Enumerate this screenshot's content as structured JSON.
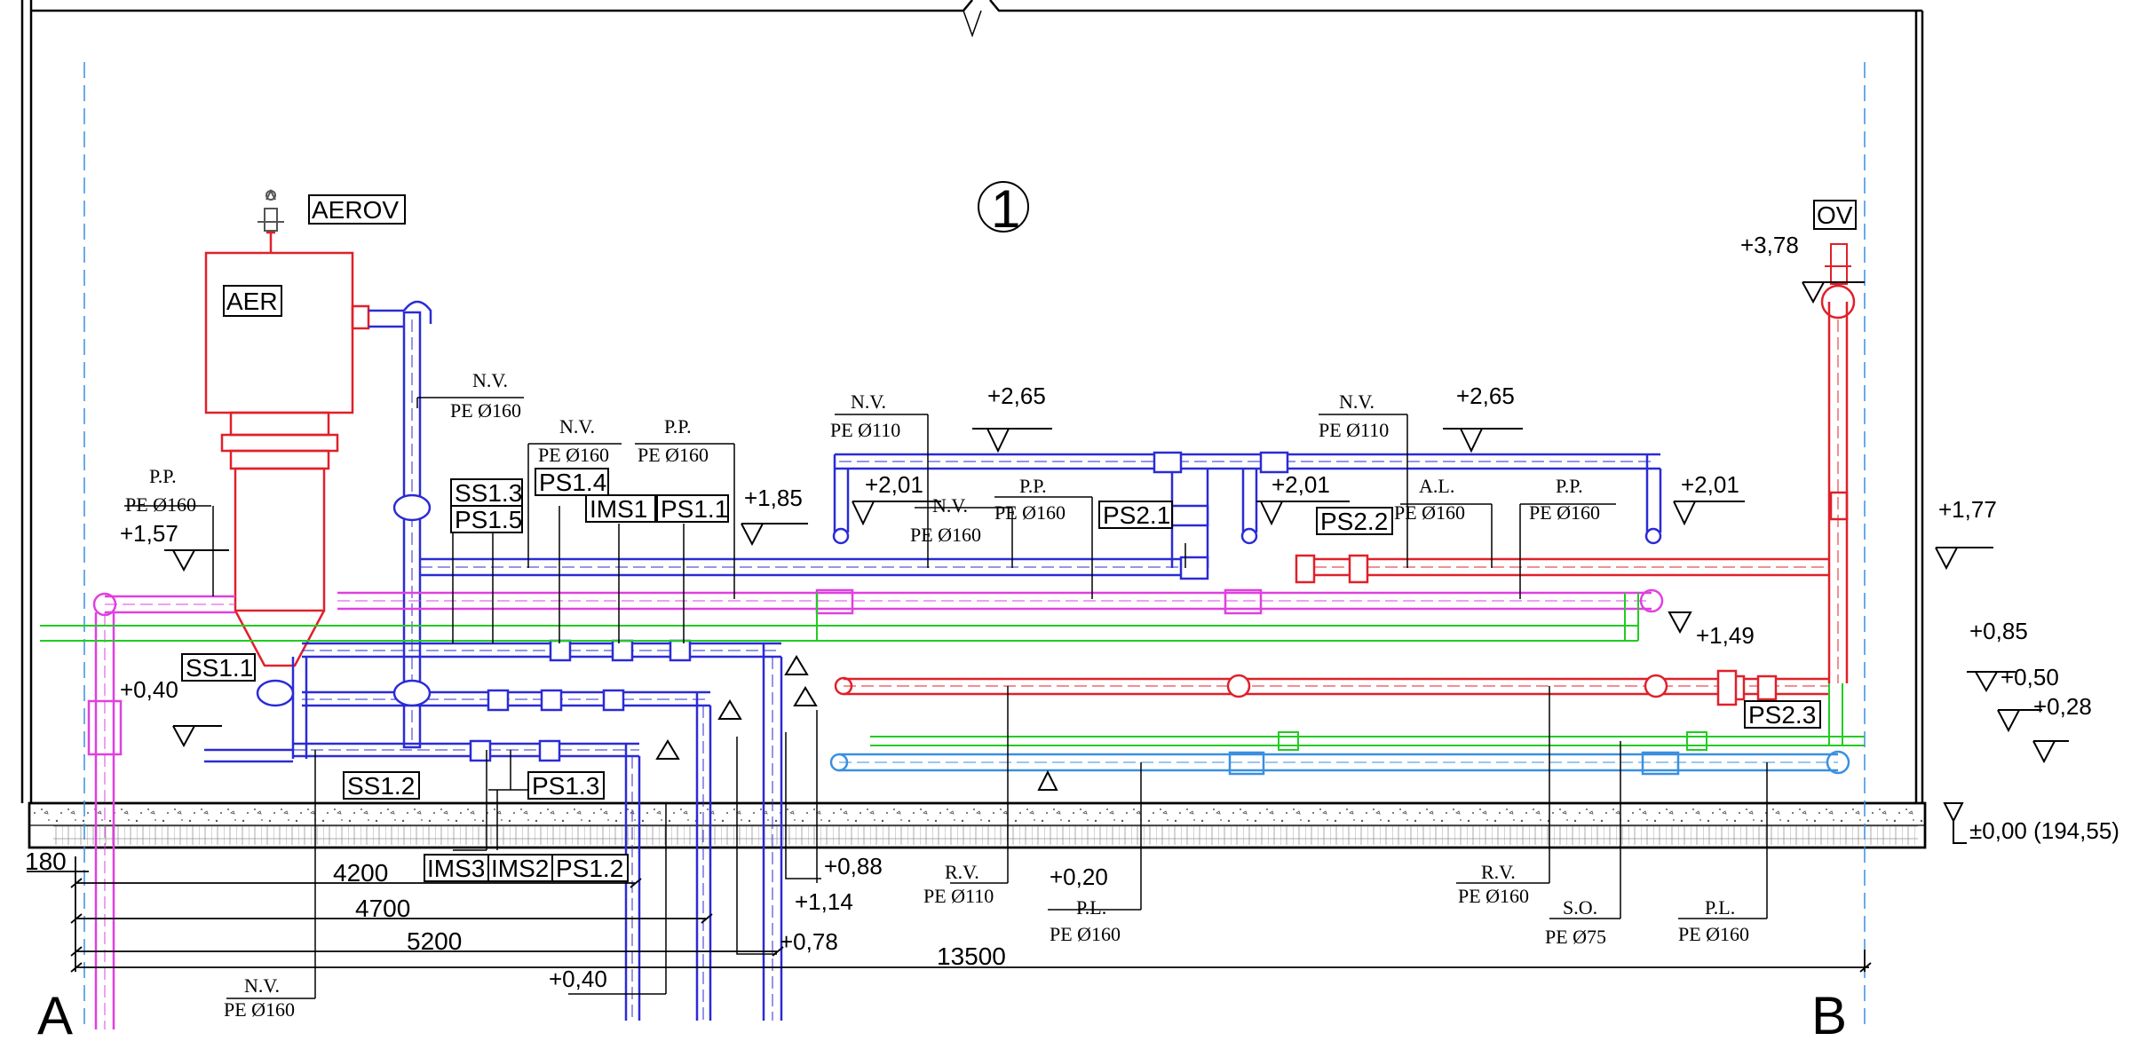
{
  "room_number": "1",
  "axis_labels": {
    "left": "A",
    "right": "B"
  },
  "colors": {
    "blue": "#2b2bd6",
    "red": "#e0202a",
    "magenta": "#e040e0",
    "green": "#22cc22",
    "lightblue": "#3a8fe0",
    "black": "#000000"
  },
  "equipment": {
    "aerov": "AEROV",
    "aer": "AER",
    "ov": "OV"
  },
  "valve_tags": {
    "ss1_3": "SS1.3",
    "ps1_5": "PS1.5",
    "ps1_4": "PS1.4",
    "ims1": "IMS1",
    "ps1_1": "PS1.1",
    "ss1_1": "SS1.1",
    "ss1_2": "SS1.2",
    "ps1_3": "PS1.3",
    "ims3": "IMS3",
    "ims2": "IMS2",
    "ps1_2": "PS1.2",
    "ps2_1": "PS2.1",
    "ps2_2": "PS2.2",
    "ps2_3": "PS2.3"
  },
  "pipe_labels": {
    "nv_160_top": {
      "name": "N.V.",
      "spec": "PE Ø160"
    },
    "pp_160_left": {
      "name": "P.P.",
      "spec": "PE Ø160"
    },
    "nv_160_a": {
      "name": "N.V.",
      "spec": "PE Ø160"
    },
    "pp_160_a": {
      "name": "P.P.",
      "spec": "PE Ø160"
    },
    "nv_110_a": {
      "name": "N.V.",
      "spec": "PE Ø110"
    },
    "nv_160_b": {
      "name": "N.V.",
      "spec": "PE Ø160"
    },
    "pp_160_b": {
      "name": "P.P.",
      "spec": "PE Ø160"
    },
    "nv_110_b": {
      "name": "N.V.",
      "spec": "PE Ø110"
    },
    "al_160": {
      "name": "A.L.",
      "spec": "PE Ø160"
    },
    "pp_160_c": {
      "name": "P.P.",
      "spec": "PE Ø160"
    },
    "rv_110": {
      "name": "R.V.",
      "spec": "PE Ø110"
    },
    "pl_160_a": {
      "name": "P.L.",
      "spec": "PE Ø160"
    },
    "rv_160": {
      "name": "R.V.",
      "spec": "PE Ø160"
    },
    "so_75": {
      "name": "S.O.",
      "spec": "PE Ø75"
    },
    "pl_160_b": {
      "name": "P.L.",
      "spec": "PE Ø160"
    },
    "nv_160_bottom": {
      "name": "N.V.",
      "spec": "PE Ø160"
    }
  },
  "levels": {
    "l_378": "+3,78",
    "l_265_a": "+2,65",
    "l_265_b": "+2,65",
    "l_201_a": "+2,01",
    "l_201_b": "+2,01",
    "l_201_c": "+2,01",
    "l_185": "+1,85",
    "l_177": "+1,77",
    "l_157": "+1,57",
    "l_149": "+1,49",
    "l_085": "+0,85",
    "l_050": "+0,50",
    "l_040_left": "+0,40",
    "l_028": "+0,28",
    "l_000": "±0,00 (194,55)",
    "l_088": "+0,88",
    "l_114": "+1,14",
    "l_078": "+0,78",
    "l_040_bottom": "+0,40",
    "l_020": "+0,20"
  },
  "dimensions": {
    "d_180": "180",
    "d_4200": "4200",
    "d_4700": "4700",
    "d_5200": "5200",
    "d_13500": "13500"
  }
}
